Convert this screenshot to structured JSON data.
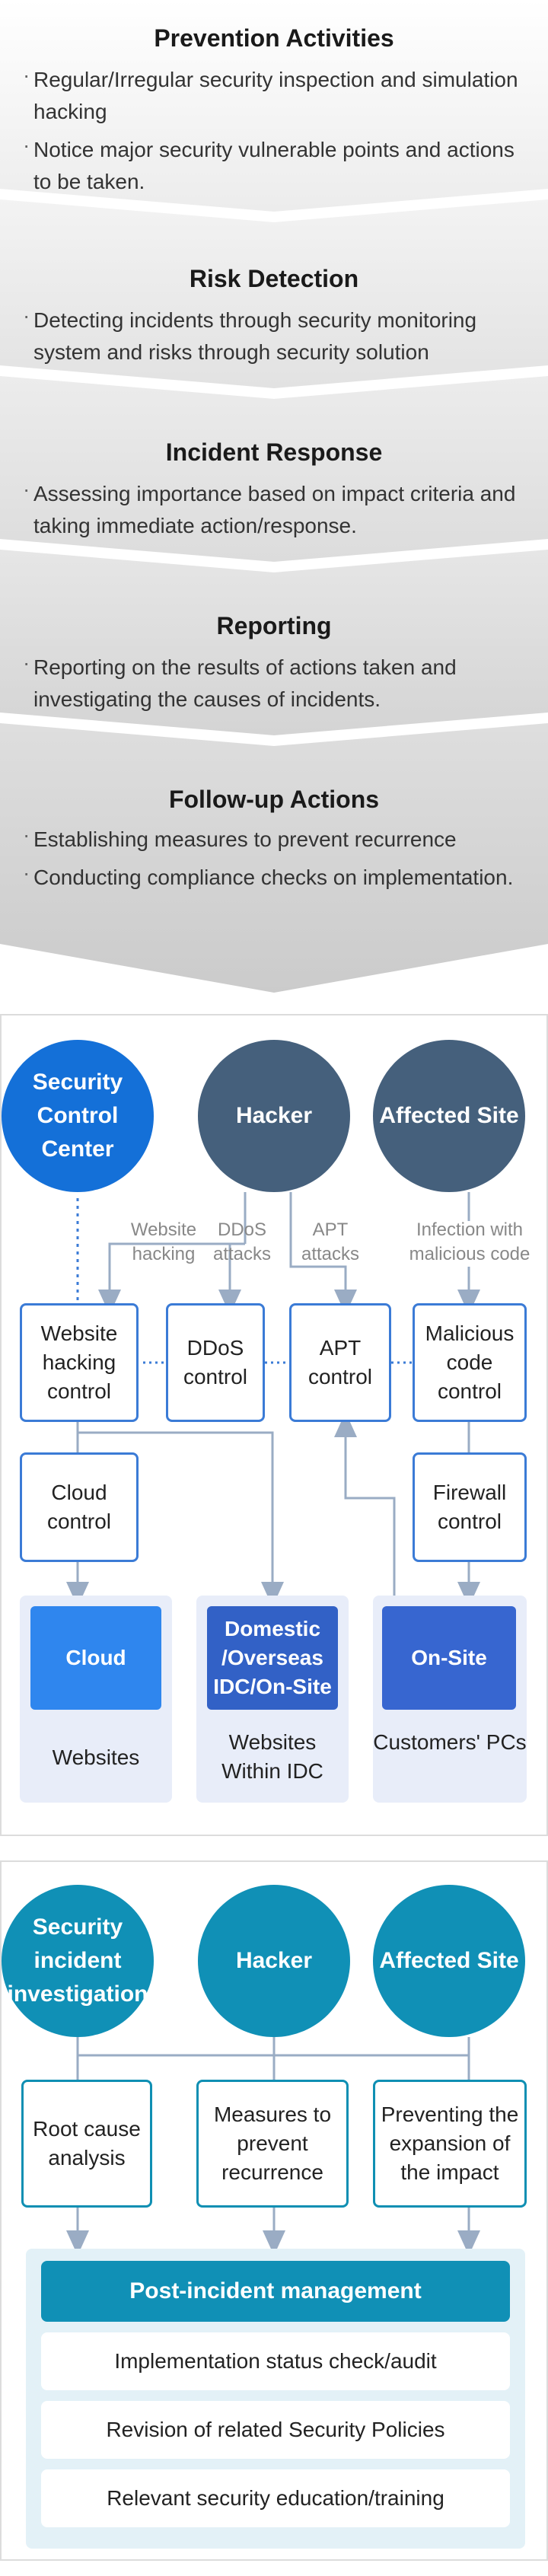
{
  "process": [
    {
      "title": "Prevention Activities",
      "items": [
        "Regular/Irregular security inspection and simulation hacking",
        "Notice major security vulnerable points and actions to be taken."
      ]
    },
    {
      "title": "Risk Detection",
      "items": [
        "Detecting incidents through security monitoring system and risks through security solution"
      ]
    },
    {
      "title": "Incident Response",
      "items": [
        "Assessing importance based on impact criteria and taking immediate action/response."
      ]
    },
    {
      "title": "Reporting",
      "items": [
        "Reporting on the results of actions taken and investigating the causes of incidents."
      ]
    },
    {
      "title": "Follow-up Actions",
      "items": [
        "Establishing measures to prevent recurrence",
        "Conducting compliance checks on implementation."
      ]
    }
  ],
  "colors": {
    "blue": "#1470d8",
    "navy": "#45607c",
    "teal": "#1090b6",
    "box_border": "#3b7bd6",
    "group_bg": "#e8edf9",
    "group_btn": "#2f6fd6",
    "group_btn_dark": "#3261c6"
  },
  "diagram1": {
    "circles": {
      "control_center": "Security Control Center",
      "hacker": "Hacker",
      "affected": "Affected Site"
    },
    "labels": {
      "website_hacking": "Website hacking",
      "ddos_attacks": "DDoS attacks",
      "apt_attacks": "APT attacks",
      "infection": "Infection with malicious code"
    },
    "boxes": {
      "website": "Website hacking control",
      "ddos": "DDoS control",
      "apt": "APT control",
      "malicious": "Malicious code control",
      "cloud": "Cloud control",
      "firewall": "Firewall control"
    },
    "groups": {
      "cloud_btn": "Cloud",
      "cloud_label": "Websites",
      "idc_btn": "Domestic /Overseas IDC/On-Site",
      "idc_label": "Websites Within IDC",
      "onsite_btn": "On-Site",
      "onsite_label": "Customers' PCs"
    }
  },
  "diagram2": {
    "circles": {
      "investigation": "Security incident investigation",
      "hacker": "Hacker",
      "affected": "Affected Site"
    },
    "boxes": {
      "root": "Root cause analysis",
      "measures": "Measures to prevent recurrence",
      "preventing": "Preventing the expansion of the impact"
    },
    "management": {
      "title": "Post-incident management",
      "rows": [
        "Implementation status check/audit",
        "Revision of related Security Policies",
        "Relevant security education/training"
      ]
    }
  }
}
